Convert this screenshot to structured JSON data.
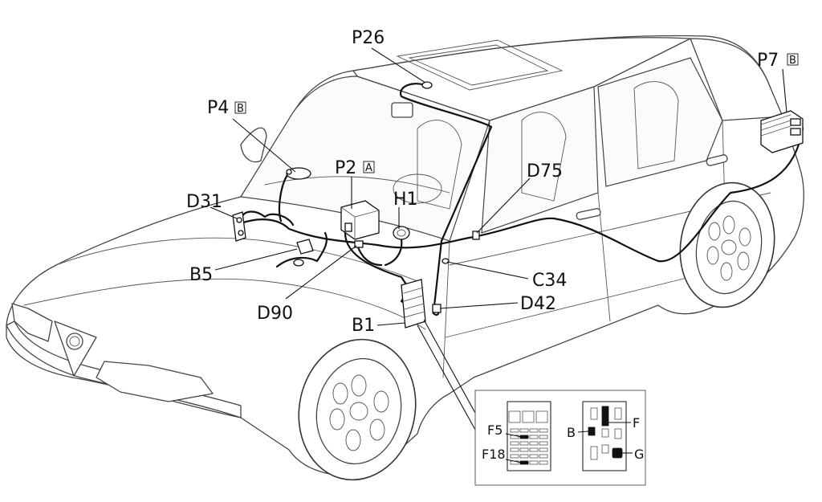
{
  "callouts": [
    {
      "id": "P26",
      "text": "P26",
      "suffix": ""
    },
    {
      "id": "P7",
      "text": "P7",
      "suffix": "B"
    },
    {
      "id": "P4",
      "text": "P4",
      "suffix": "B"
    },
    {
      "id": "P2",
      "text": "P2",
      "suffix": "A"
    },
    {
      "id": "D31",
      "text": "D31",
      "suffix": ""
    },
    {
      "id": "H1",
      "text": "H1",
      "suffix": ""
    },
    {
      "id": "D75",
      "text": "D75",
      "suffix": ""
    },
    {
      "id": "B5",
      "text": "B5",
      "suffix": ""
    },
    {
      "id": "C34",
      "text": "C34",
      "suffix": ""
    },
    {
      "id": "D42",
      "text": "D42",
      "suffix": ""
    },
    {
      "id": "D90",
      "text": "D90",
      "suffix": ""
    },
    {
      "id": "B1",
      "text": "B1",
      "suffix": ""
    }
  ],
  "inset": {
    "fuse_labels": {
      "f5": "F5",
      "f18": "F18"
    },
    "relay_labels": {
      "b": "B",
      "f": "F",
      "g": "G"
    }
  }
}
